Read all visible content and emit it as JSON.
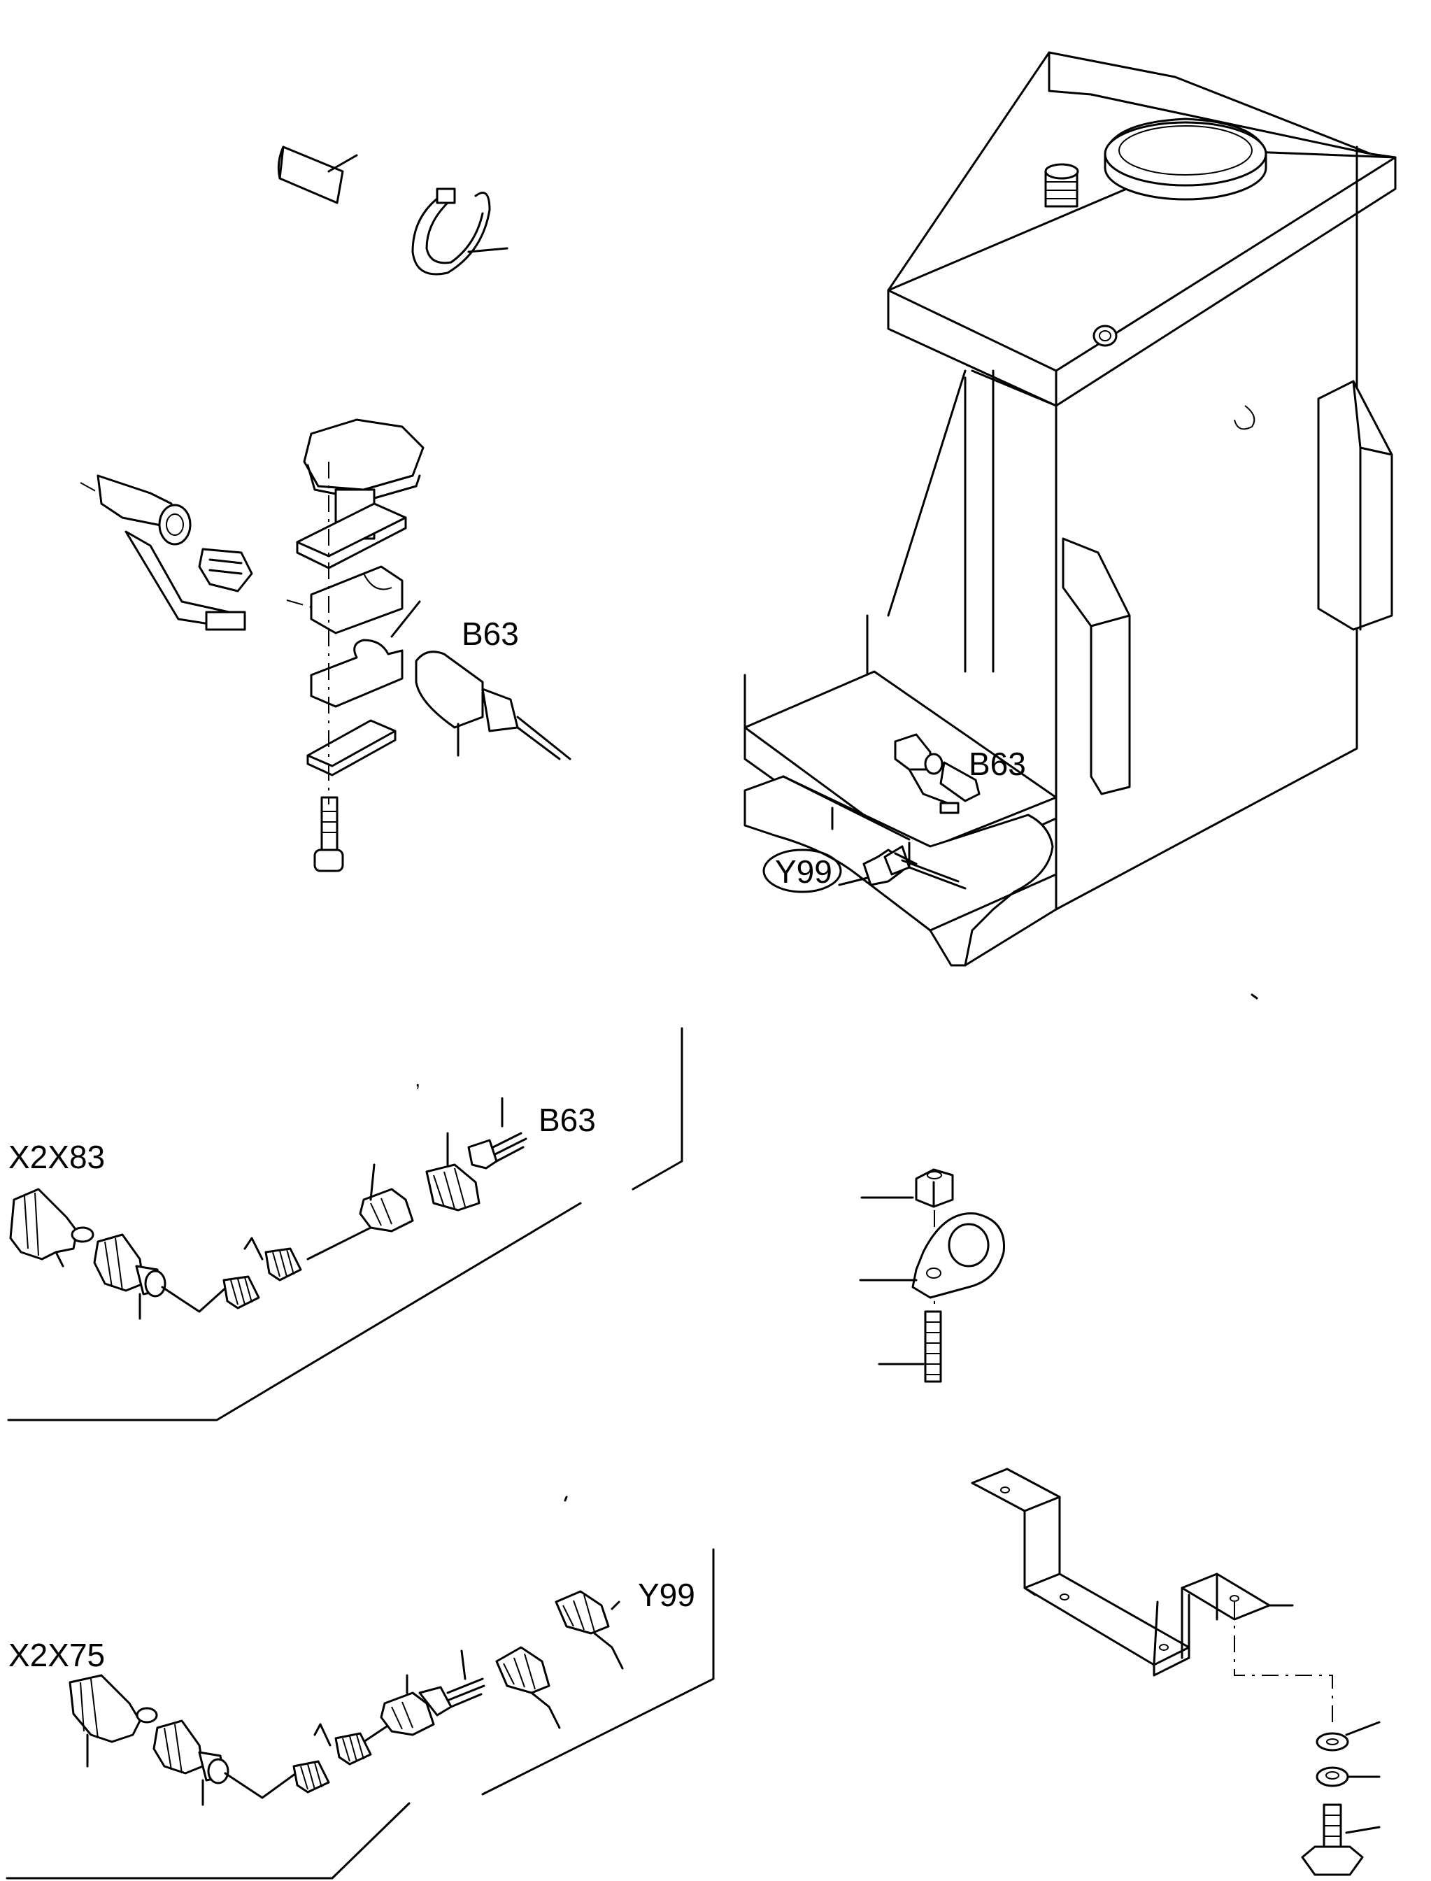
{
  "labels": {
    "b63_top_left": "B63",
    "b63_machine": "B63",
    "y99_machine": "Y99",
    "x2x83": "X2X83",
    "b63_cable1": "B63",
    "x2x75": "X2X75",
    "y99_cable2": "Y99"
  },
  "stray_marks": {
    "comma": ","
  }
}
